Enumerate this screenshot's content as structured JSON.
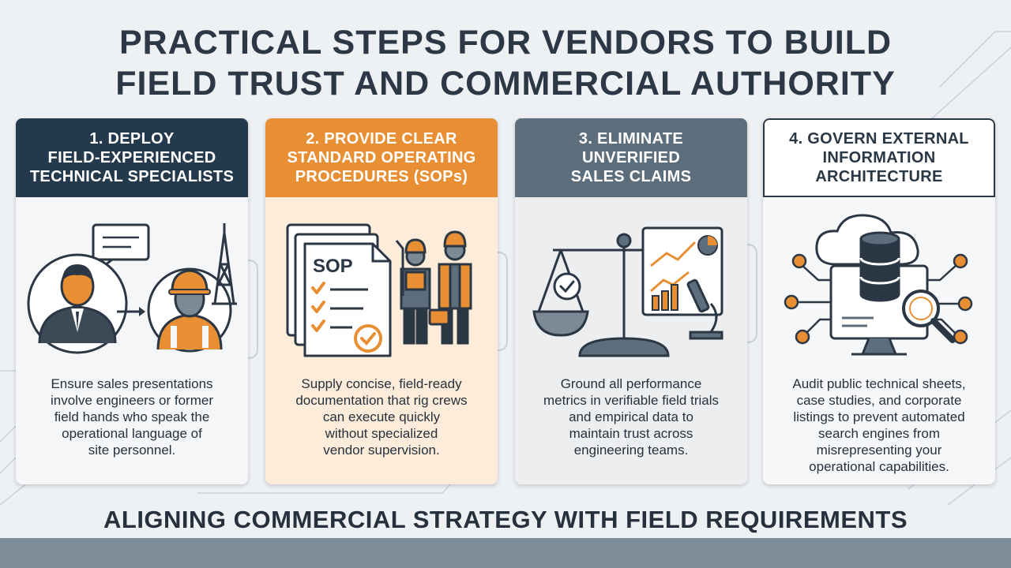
{
  "title": {
    "line1": "PRACTICAL STEPS FOR VENDORS TO BUILD",
    "line2": "FIELD TRUST AND COMMERCIAL AUTHORITY"
  },
  "colors": {
    "navy": "#24394c",
    "orange": "#e88f34",
    "slate": "#5c6d7c",
    "white": "#ffffff"
  },
  "cards": [
    {
      "heading": [
        "1. DEPLOY",
        "FIELD-EXPERIENCED",
        "TECHNICAL SPECIALISTS"
      ],
      "icon": "specialist-to-field-worker-icon",
      "text": [
        "Ensure sales presentations",
        "involve engineers or former",
        "field hands who speak the",
        "operational language of",
        "site personnel."
      ]
    },
    {
      "heading": [
        "2. PROVIDE CLEAR",
        "STANDARD OPERATING",
        "PROCEDURES (SOPs)"
      ],
      "icon": "sop-documents-workers-icon",
      "sop_label": "SOP",
      "text": [
        "Supply concise, field-ready",
        "documentation that rig crews",
        "can execute quickly",
        "without specialized",
        "vendor supervision."
      ]
    },
    {
      "heading": [
        "3. ELIMINATE",
        "UNVERIFIED",
        "SALES CLAIMS"
      ],
      "icon": "balance-scale-data-icon",
      "text": [
        "Ground all performance",
        "metrics in verifiable field trials",
        "and empirical data to",
        "maintain trust across",
        "engineering teams."
      ]
    },
    {
      "heading": [
        "4. GOVERN EXTERNAL",
        "INFORMATION",
        "ARCHITECTURE"
      ],
      "icon": "cloud-database-search-icon",
      "text": [
        "Audit public technical sheets,",
        "case studies, and corporate",
        "listings to prevent automated",
        "search engines from",
        "misrepresenting your",
        "operational capabilities."
      ]
    }
  ],
  "footer": {
    "title": "ALIGNING COMMERCIAL STRATEGY WITH FIELD REQUIREMENTS"
  }
}
